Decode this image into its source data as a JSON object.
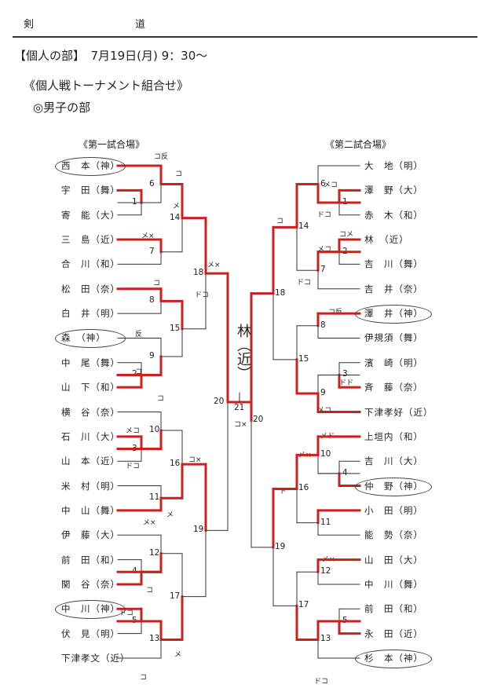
{
  "header": {
    "sport_left": "剣",
    "sport_right": "道"
  },
  "title_line": "【個人の部】　7月19日(月) 9：30〜",
  "subtitle": "《個人戦トーナメント組合せ》",
  "section": "◎男子の部",
  "arena_left": "《第一試合場》",
  "arena_right": "《第二試合場》",
  "left_players": [
    "西　本（神）",
    "宇　田（舞）",
    "寄　能（大）",
    "三　島（近）",
    "合　川（和）",
    "松　田（奈）",
    "白　井（明）",
    "森　（神）",
    "中　尾（舞）",
    "山　下（和）",
    "横　谷（奈）",
    "石　川（大）",
    "山　本（近）",
    "米　村（明）",
    "中　山（舞）",
    "伊　藤（大）",
    "前　田（和）",
    "関　谷（奈）",
    "中　川（神）",
    "伏　見（明）",
    "下津孝文（近）"
  ],
  "right_players": [
    "大　地（明）",
    "澤　野（大）",
    "赤　木（和）",
    "林　（近）",
    "吉　川（舞）",
    "吉　井（奈）",
    "澤　井（神）",
    "伊規須（舞）",
    "濱　崎（明）",
    "斉　藤（奈）",
    "下津孝好（近）",
    "上垣内（和）",
    "吉　川（大）",
    "仲　野（神）",
    "小　田（明）",
    "能　勢（奈）",
    "山　田（大）",
    "中　川（舞）",
    "前　田（和）",
    "永　田（近）",
    "杉　本（神）"
  ],
  "left_match_numbers": [
    "6",
    "1",
    "14",
    "7",
    "18",
    "8",
    "15",
    "2",
    "9",
    "20",
    "10",
    "3",
    "16",
    "11",
    "19",
    "12",
    "4",
    "17",
    "5",
    "13"
  ],
  "right_match_numbers": [
    "6",
    "1",
    "14",
    "2",
    "7",
    "18",
    "8",
    "15",
    "3",
    "9",
    "20",
    "10",
    "4",
    "16",
    "11",
    "19",
    "12",
    "17",
    "5",
    "13"
  ],
  "final": {
    "number": "21",
    "winner": "林（近）"
  },
  "score_marks": [
    "コ反",
    "コ",
    "メ",
    "メ×",
    "メ×",
    "コ",
    "ドコ",
    "反",
    "コ",
    "コ",
    "メコ",
    "ドコ",
    "コ×",
    "メ",
    "メ×",
    "コ",
    "ドコ",
    "メ",
    "コ",
    "コ",
    "メコ",
    "ドコ",
    "コメ",
    "メコ",
    "ドコ",
    "コ反",
    "ドド",
    "メコ",
    "メド",
    "メ×",
    "ド",
    "メ×",
    "コ×",
    "ドコ"
  ]
}
